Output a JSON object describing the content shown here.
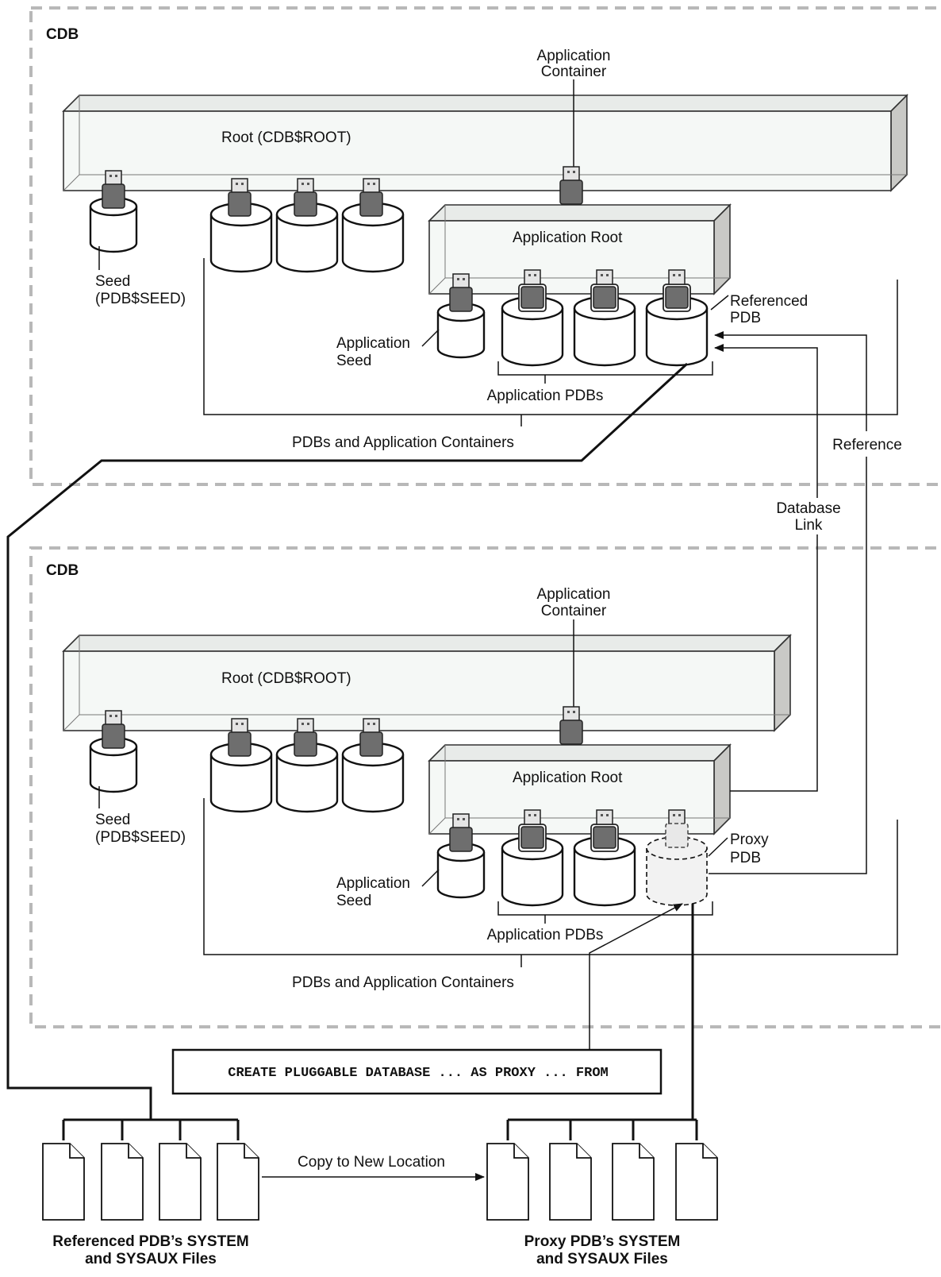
{
  "labels": {
    "cdb_top": "CDB",
    "cdb_bottom": "CDB",
    "root_top": "Root (CDB$ROOT)",
    "root_bottom": "Root (CDB$ROOT)",
    "app_container_top_l1": "Application",
    "app_container_top_l2": "Container",
    "app_container_bottom_l1": "Application",
    "app_container_bottom_l2": "Container",
    "app_root_top": "Application Root",
    "app_root_bottom": "Application Root",
    "seed_top_l1": "Seed",
    "seed_top_l2": "(PDB$SEED)",
    "seed_bottom_l1": "Seed",
    "seed_bottom_l2": "(PDB$SEED)",
    "app_seed_top_l1": "Application",
    "app_seed_top_l2": "Seed",
    "app_seed_bottom_l1": "Application",
    "app_seed_bottom_l2": "Seed",
    "app_pdbs_top": "Application PDBs",
    "app_pdbs_bottom": "Application PDBs",
    "pdbs_containers_top": "PDBs and Application Containers",
    "pdbs_containers_bottom": "PDBs and Application Containers",
    "referenced_pdb_l1": "Referenced",
    "referenced_pdb_l2": "PDB",
    "proxy_pdb_l1": "Proxy",
    "proxy_pdb_l2": "PDB",
    "reference": "Reference",
    "db_link_l1": "Database",
    "db_link_l2": "Link",
    "sql": "CREATE PLUGGABLE DATABASE ... AS PROXY ... FROM",
    "copy": "Copy to New Location",
    "ref_files_l1": "Referenced PDB’s SYSTEM",
    "ref_files_l2": "and SYSAUX Files",
    "proxy_files_l1": "Proxy PDB’s SYSTEM",
    "proxy_files_l2": "and SYSAUX Files"
  }
}
